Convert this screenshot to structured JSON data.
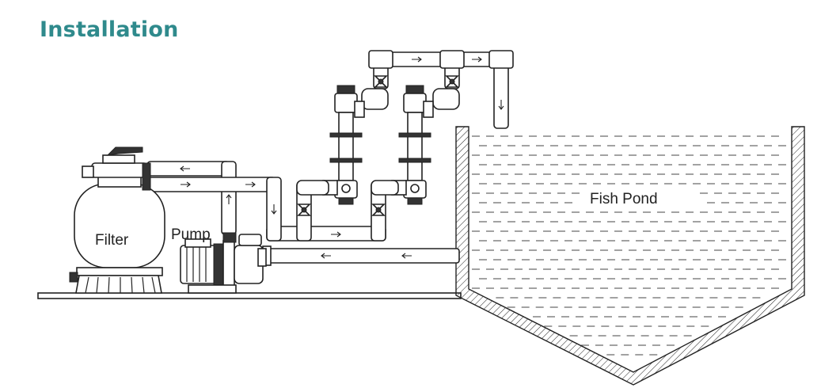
{
  "title": "Installation",
  "labels": {
    "filter": "Filter",
    "pump": "Pump",
    "pond": "Fish Pond"
  },
  "colors": {
    "title": "#2f8a8c",
    "line": "#222222"
  }
}
